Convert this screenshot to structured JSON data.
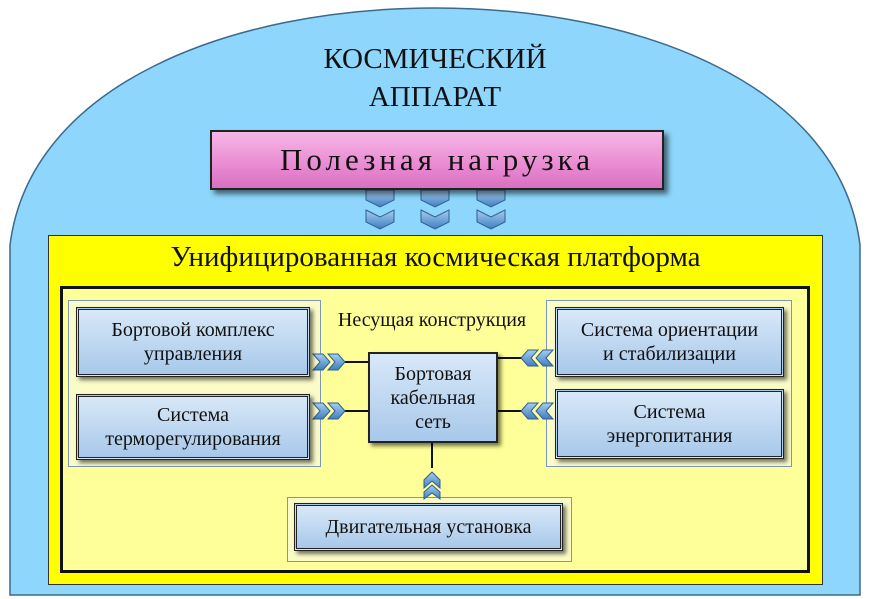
{
  "diagram": {
    "title_line1": "КОСМИЧЕСКИЙ",
    "title_line2": "АППАРАТ",
    "payload": "Полезная нагрузка",
    "platform": "Унифицированная космическая платформа",
    "structure": "Несущая конструкция",
    "cable_network": "Бортовая\nкабельная\nсеть",
    "systems": {
      "control": "Бортовой комплекс\nуправления",
      "thermal": "Система\nтерморегулирования",
      "orientation": "Система ориентации\nи стабилизации",
      "power": "Система\nэнергопитания",
      "propulsion": "Двигательная установка"
    }
  },
  "colors": {
    "spacecraft_fill": "#8ed6fb",
    "payload_fill": "#e98ad2",
    "platform_fill": "#ffff00",
    "structure_fill": "#ffff99",
    "system_fill": "#b8d3f0",
    "connector_fill": "#6ea8dc"
  },
  "icons": {
    "payload_connector": "chevron-down-icon",
    "side_connector": "chevron-right-icon",
    "propulsion_connector": "chevron-up-icon"
  }
}
